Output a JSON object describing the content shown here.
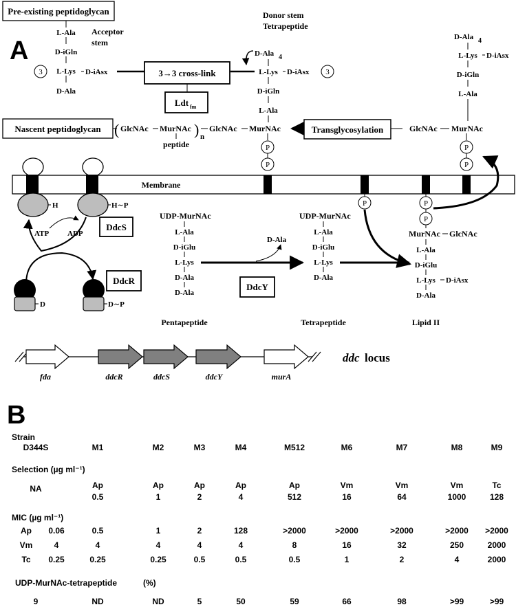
{
  "panel_a": {
    "label": "A",
    "pre_existing": "Pre-existing peptidoglycan",
    "acceptor_stem": [
      "Acceptor",
      "stem"
    ],
    "donor_stem": [
      "Donor stem",
      "Tetrapeptide"
    ],
    "acceptor_residues": [
      "L-Ala",
      "D-iGln",
      "L-Lys",
      "D-iAsx",
      "D-Ala"
    ],
    "donor_residues": [
      "D-Ala",
      "4",
      "L-Lys",
      "D-iAsx",
      "D-iGln",
      "L-Ala",
      "MurNAc"
    ],
    "right_residues": [
      "D-Ala",
      "4",
      "L-Lys",
      "D-iAsx",
      "D-iGln",
      "L-Ala",
      "MurNAc",
      "GlcNAc"
    ],
    "circle_3": "3",
    "crosslink": "3→3 cross-link",
    "ldt": "Ldt",
    "ldt_sub": "fm",
    "nascent": "Nascent peptidoglycan",
    "nascent_chain": {
      "glcnac": "GlcNAc",
      "murnac": "MurNAc",
      "peptide": "peptide",
      "n": "n",
      "glcnac2": "GlcNAc",
      "murnac2": "MurNAc"
    },
    "transglycosylation": "Transglycosylation",
    "p": "P",
    "membrane": "Membrane",
    "ddcs": {
      "label": "DdcS",
      "h": "H",
      "hp": "H∼P",
      "atp": "ATP",
      "adp": "ADP"
    },
    "ddcr": {
      "label": "DdcR",
      "d": "D",
      "dp": "D∼P"
    },
    "pentapeptide": {
      "head": "UDP-MurNAc",
      "residues": [
        "L-Ala",
        "D-iGlu",
        "L-Lys",
        "D-Ala",
        "D-Ala"
      ],
      "name": "Pentapeptide"
    },
    "ddcy": "DdcY",
    "released_dala": "D-Ala",
    "tetrapeptide": {
      "head": "UDP-MurNAc",
      "residues": [
        "L-Ala",
        "D-iGlu",
        "L-Lys",
        "D-Ala"
      ],
      "name": "Tetrapeptide"
    },
    "lipid2": {
      "murnac": "MurNAc",
      "glcnac": "GlcNAc",
      "residues": [
        "L-Ala",
        "D-iGlu",
        "L-Lys",
        "D-iAsx",
        "D-Ala"
      ],
      "name": "Lipid II"
    },
    "genes": [
      "fda",
      "ddcR",
      "ddcS",
      "ddcY",
      "murA"
    ],
    "locus": [
      "ddc",
      "locus"
    ]
  },
  "panel_b": {
    "label": "B",
    "strain_label": "Strain",
    "strains": [
      "D344S",
      "M1",
      "M2",
      "M3",
      "M4",
      "M512",
      "M6",
      "M7",
      "M8",
      "M9"
    ],
    "selection_label": "Selection (µg ml⁻¹)",
    "selection_drug": [
      "NA",
      "Ap",
      "Ap",
      "Ap",
      "Ap",
      "Ap",
      "Vm",
      "Vm",
      "Vm",
      "Tc"
    ],
    "selection_conc": [
      "",
      "0.5",
      "1",
      "2",
      "4",
      "512",
      "16",
      "64",
      "1000",
      "128"
    ],
    "mic_label": "MIC (µg ml⁻¹)",
    "mic_rows": [
      {
        "drug": "Ap",
        "values": [
          "0.06",
          "0.5",
          "1",
          "2",
          "128",
          ">2000",
          ">2000",
          ">2000",
          ">2000",
          ">2000"
        ]
      },
      {
        "drug": "Vm",
        "values": [
          "4",
          "4",
          "4",
          "4",
          "4",
          "8",
          "16",
          "32",
          "250",
          "2000"
        ]
      },
      {
        "drug": "Tc",
        "values": [
          "0.25",
          "0.25",
          "0.25",
          "0.5",
          "0.5",
          "0.5",
          "1",
          "2",
          "4",
          "2000"
        ]
      }
    ],
    "udp_label": "UDP-MurNAc-tetrapeptide",
    "udp_unit": "(%)",
    "udp_values": [
      "9",
      "ND",
      "ND",
      "5",
      "50",
      "59",
      "66",
      "98",
      ">99",
      ">99"
    ]
  }
}
